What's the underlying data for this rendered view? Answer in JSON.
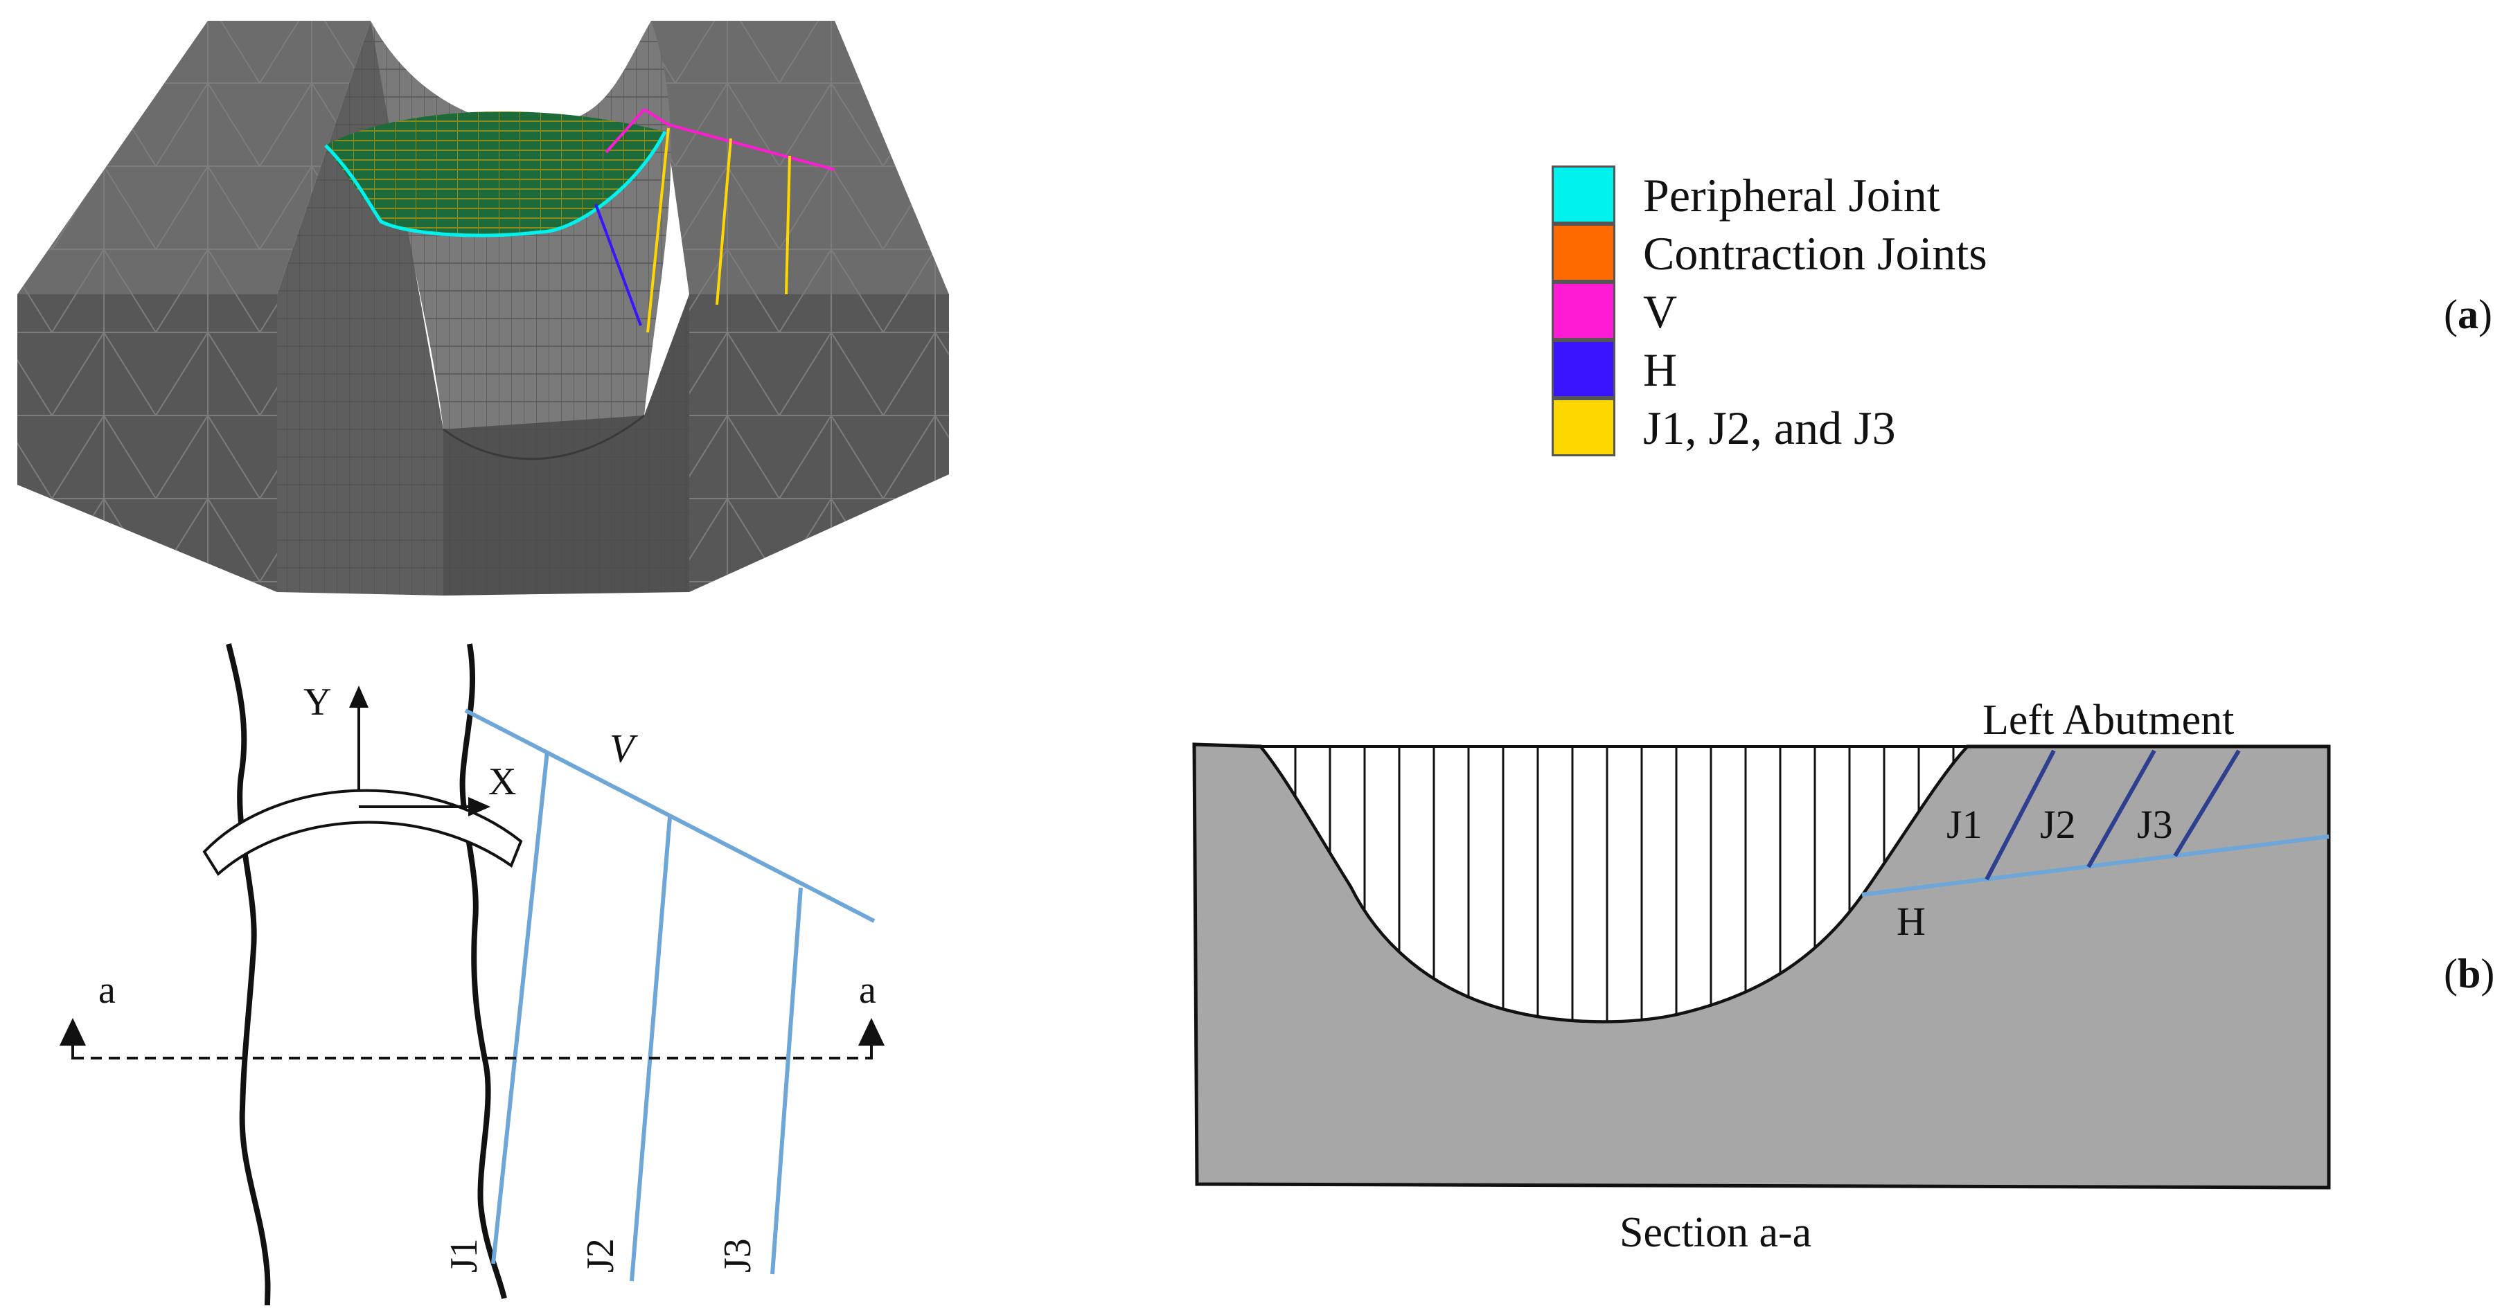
{
  "legend": {
    "items": [
      {
        "label": "Peripheral Joint",
        "color": "#00f2ee"
      },
      {
        "label": "Contraction Joints",
        "color": "#ff6a00"
      },
      {
        "label": "V",
        "color": "#ff1ad4"
      },
      {
        "label": "H",
        "color": "#3a13ff"
      },
      {
        "label": "J1, J2, and J3",
        "color": "#ffd700"
      }
    ]
  },
  "panels": {
    "a": {
      "label": "a"
    },
    "b": {
      "label": "b"
    }
  },
  "plan_view": {
    "axis_y": "Y",
    "axis_x": "X",
    "joint_v": "V",
    "section_marker_left": "a",
    "section_marker_right": "a",
    "joints": [
      "J1",
      "J2",
      "J3"
    ]
  },
  "section_view": {
    "title": "Left Abutment",
    "joint_h": "H",
    "joints": [
      "J1",
      "J2",
      "J3"
    ],
    "caption": "Section a-a"
  },
  "colors": {
    "rock": "#a7a7a7",
    "mesh_dark": "#5a5a5a",
    "mesh_light": "#6f6f6f",
    "arch_green": "#1d6b3a",
    "joint_blue": "#6ea6d8",
    "joint_dark_blue": "#2f3f8f"
  }
}
